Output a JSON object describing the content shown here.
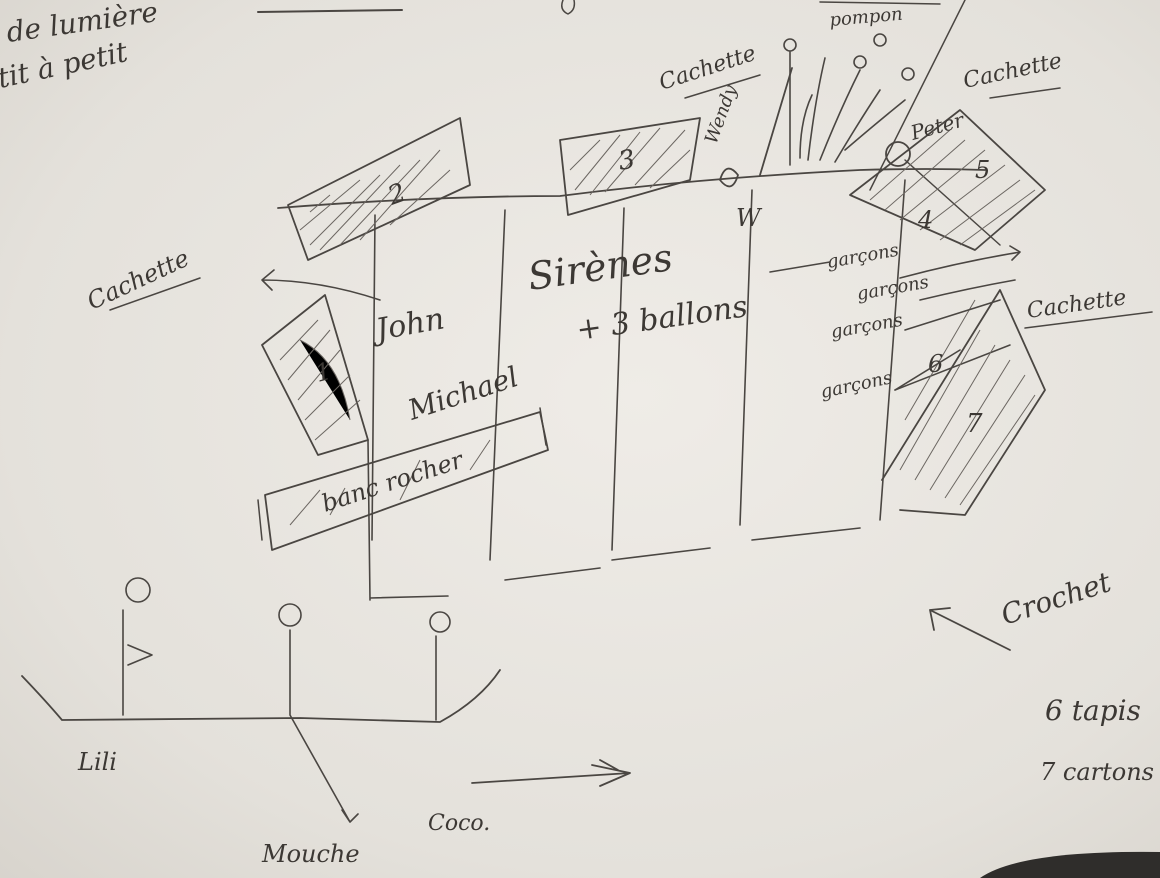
{
  "notes": {
    "top_left_1": "de lumière",
    "top_left_2": "tit à petit",
    "bottom_right_1": "6 tapis",
    "bottom_right_2": "7 cartons"
  },
  "hiding_spots": {
    "left": "Cachette",
    "top_center": "Cachette",
    "top_right": "Cachette",
    "right": "Cachette"
  },
  "blocks": [
    "1",
    "2",
    "3",
    "4",
    "5",
    "6",
    "7"
  ],
  "labels": {
    "pompom": "pompon",
    "wendy": "Wendy",
    "wendy_initial": "W",
    "peter": "Peter",
    "john": "John",
    "michael": "Michael",
    "banc_rocher": "banc rocher",
    "sirenes_1": "Sirènes",
    "sirenes_2": "+ 3 ballons",
    "garcons": [
      "garçons",
      "garçons",
      "garçons",
      "garçons"
    ],
    "crochet": "Crochet",
    "lili": "Lili",
    "mouche": "Mouche",
    "coco": "Coco."
  }
}
